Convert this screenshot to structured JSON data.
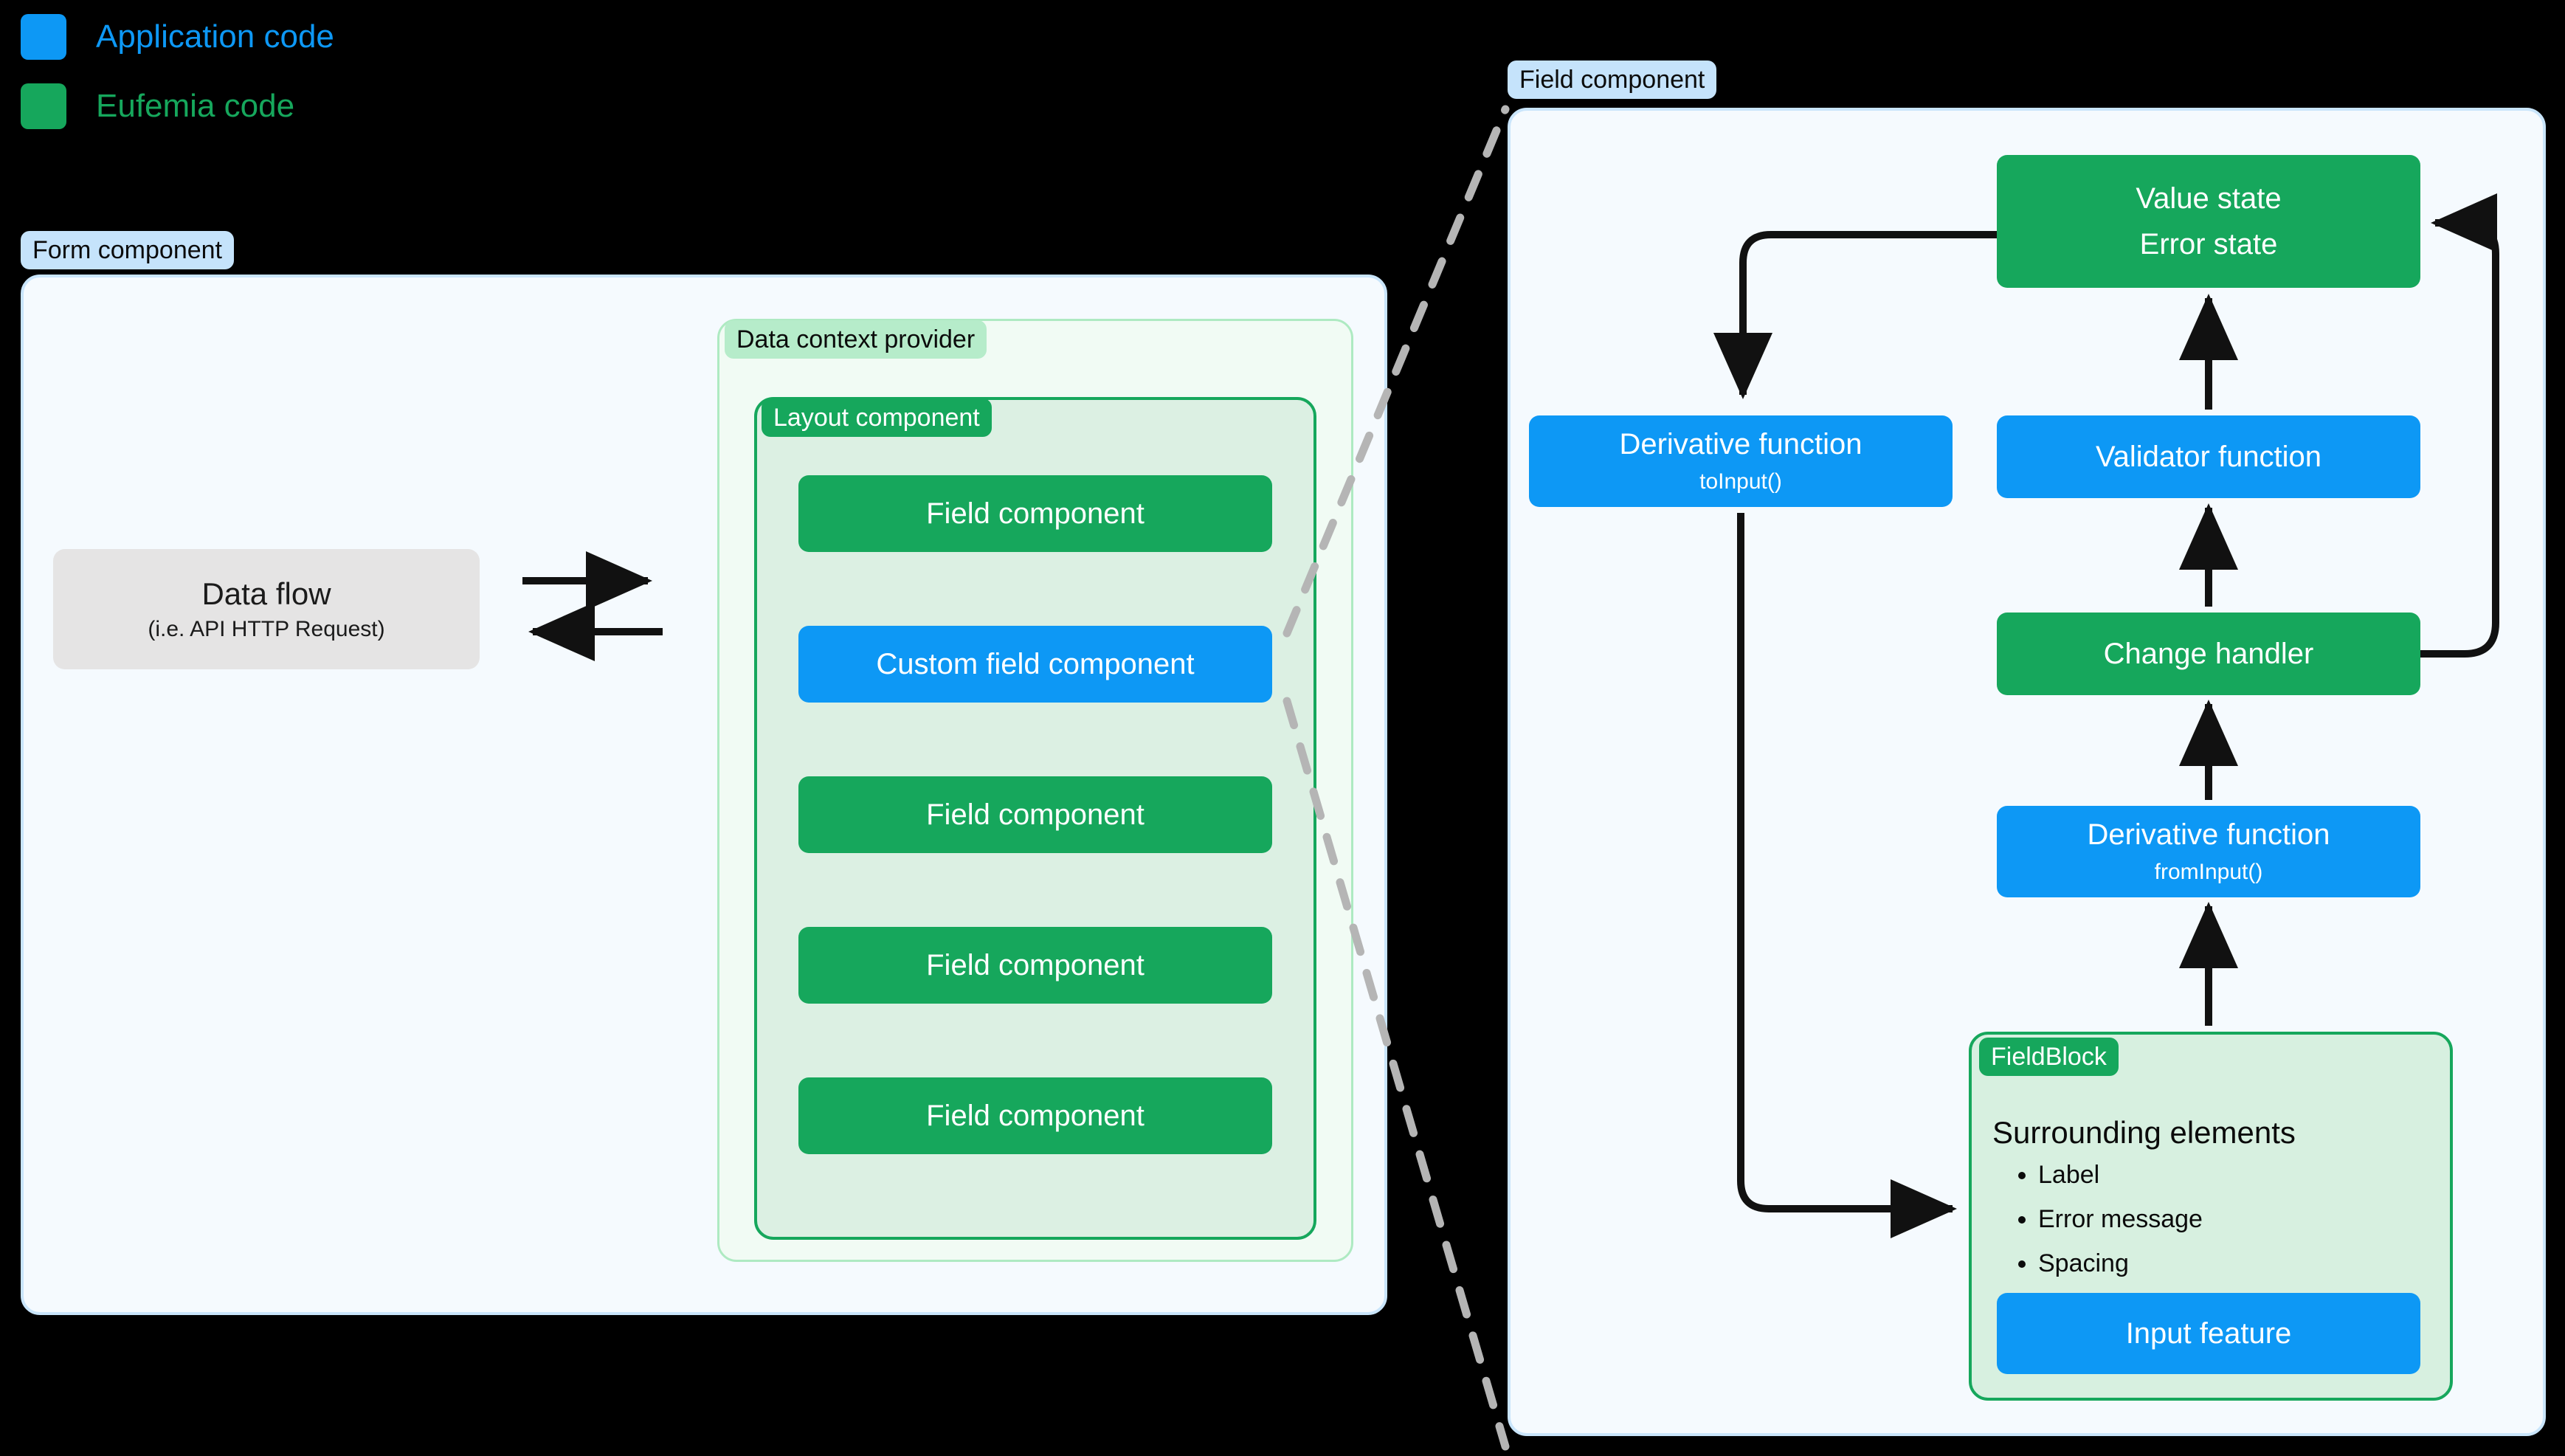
{
  "legend": {
    "items": [
      {
        "label": "Application code",
        "color": "#0d98f5"
      },
      {
        "label": "Eufemia code",
        "color": "#16a75c"
      }
    ]
  },
  "form_panel": {
    "badge": "Form component",
    "data_flow": {
      "title": "Data flow",
      "subtitle": "(i.e. API HTTP Request)"
    },
    "arrows": [
      "arrow-right",
      "arrow-left"
    ],
    "data_context_provider": {
      "badge": "Data context provider",
      "layout_component": {
        "badge": "Layout component",
        "fields": [
          {
            "label": "Field component",
            "kind": "eufemia"
          },
          {
            "label": "Custom field component",
            "kind": "application"
          },
          {
            "label": "Field component",
            "kind": "eufemia"
          },
          {
            "label": "Field component",
            "kind": "eufemia"
          },
          {
            "label": "Field component",
            "kind": "eufemia"
          }
        ]
      }
    }
  },
  "field_panel": {
    "badge": "Field component",
    "nodes": {
      "value_state": {
        "line1": "Value state",
        "line2": "Error state",
        "kind": "eufemia"
      },
      "derivative_to_input": {
        "title": "Derivative function",
        "subtitle": "toInput()",
        "kind": "application"
      },
      "validator": {
        "title": "Validator function",
        "kind": "application"
      },
      "change_handler": {
        "title": "Change handler",
        "kind": "eufemia"
      },
      "derivative_from_input": {
        "title": "Derivative function",
        "subtitle": "fromInput()",
        "kind": "application"
      }
    },
    "field_block": {
      "badge": "FieldBlock",
      "heading": "Surrounding elements",
      "bullets": [
        "Label",
        "Error message",
        "Spacing"
      ],
      "input_feature": {
        "label": "Input feature",
        "kind": "application"
      }
    }
  },
  "colors": {
    "application": "#0d98f5",
    "eufemia": "#16a75c",
    "panel_blue_bg": "#f5fafe",
    "panel_blue_border": "#c9e5fb",
    "badge_blue": "#c5e3fb",
    "badge_green_light": "#b6ecca",
    "panel_green_light_bg": "#f1fbf4",
    "panel_green_mid_bg": "#dcf0e3",
    "arrow": "#111111",
    "dashed_connector": "#b5b5b5",
    "background": "#000000"
  }
}
